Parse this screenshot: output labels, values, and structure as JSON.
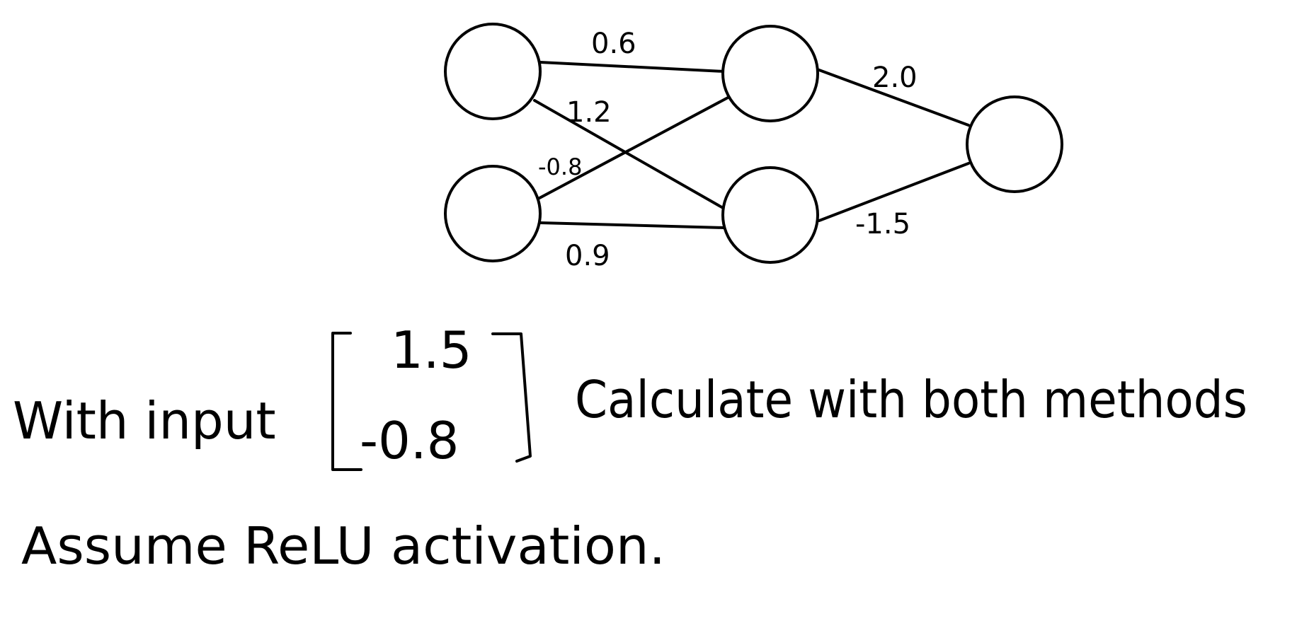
{
  "network": {
    "weights": {
      "in1_h1": "0.6",
      "in1_h2": "1.2",
      "in2_h1": "-0.8",
      "in2_h2": "0.9",
      "h1_out": "2.0",
      "h2_out": "-1.5"
    }
  },
  "problem": {
    "line1_prefix": "With input",
    "matrix_top": "1.5",
    "matrix_bottom": "-0.8",
    "line1_suffix": "Calculate with both methods",
    "line2": "Assume ReLU activation."
  },
  "colors": {
    "ink": "#000000",
    "background": "#ffffff"
  }
}
